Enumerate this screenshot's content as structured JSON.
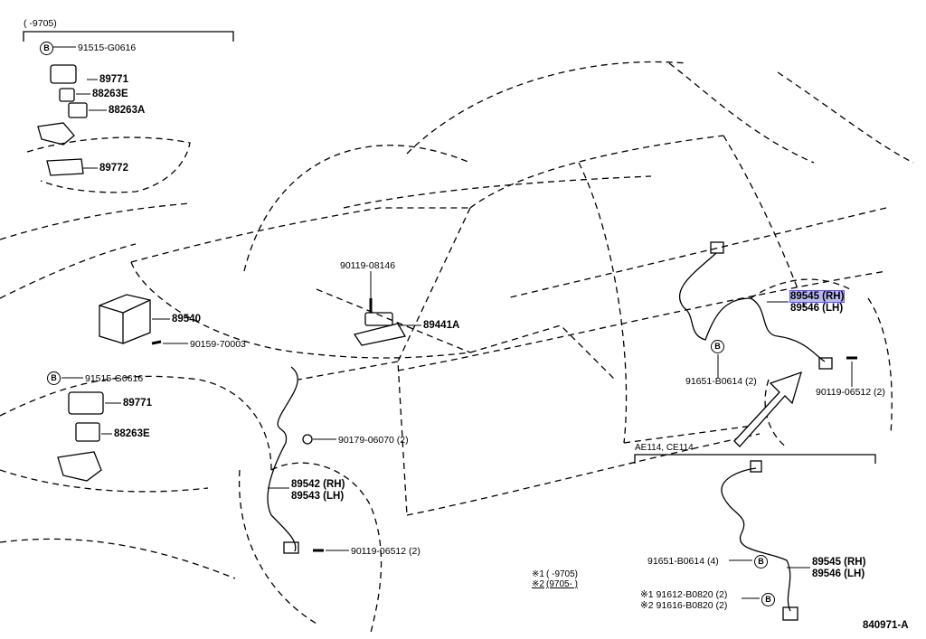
{
  "diagram": {
    "drawing_number": "840971-A",
    "top_left_range": "(    -9705)",
    "variant_heading": "AE114, CE114",
    "legend": {
      "row1_mark": "※1",
      "row1_range": "(    -9705)",
      "row2_mark": "※2",
      "row2_range": "(9705-      )"
    },
    "badge_letter": "B",
    "labels": {
      "p91515_top": "91515-G0616",
      "p89771_top": "89771",
      "p88263E_top": "88263E",
      "p88263A": "88263A",
      "p89772": "89772",
      "p89540": "89540",
      "p90159": "90159-70003",
      "p91515_bottom": "91515-G0616",
      "p89771_bottom": "89771",
      "p88263E_bottom": "88263E",
      "p90119_08146": "90119-08146",
      "p89441A": "89441A",
      "p90179": "90179-06070 (2)",
      "p89542": "89542 (RH)",
      "p89543": "89543 (LH)",
      "p90119_front": "90119-06512 (2)",
      "p89545": "89545 (RH)",
      "p89546": "89546 (LH)",
      "p91651_main": "91651-B0614 (2)",
      "p90119_rear": "90119-06512 (2)",
      "p91651_sub": "91651-B0614 (4)",
      "p89545_sub": "89545 (RH)",
      "p89546_sub": "89546 (LH)",
      "p91612": "※1  91612-B0820 (2)",
      "p91616": "※2  91616-B0820 (2)"
    },
    "highlight_color": "#b9b9f3"
  }
}
